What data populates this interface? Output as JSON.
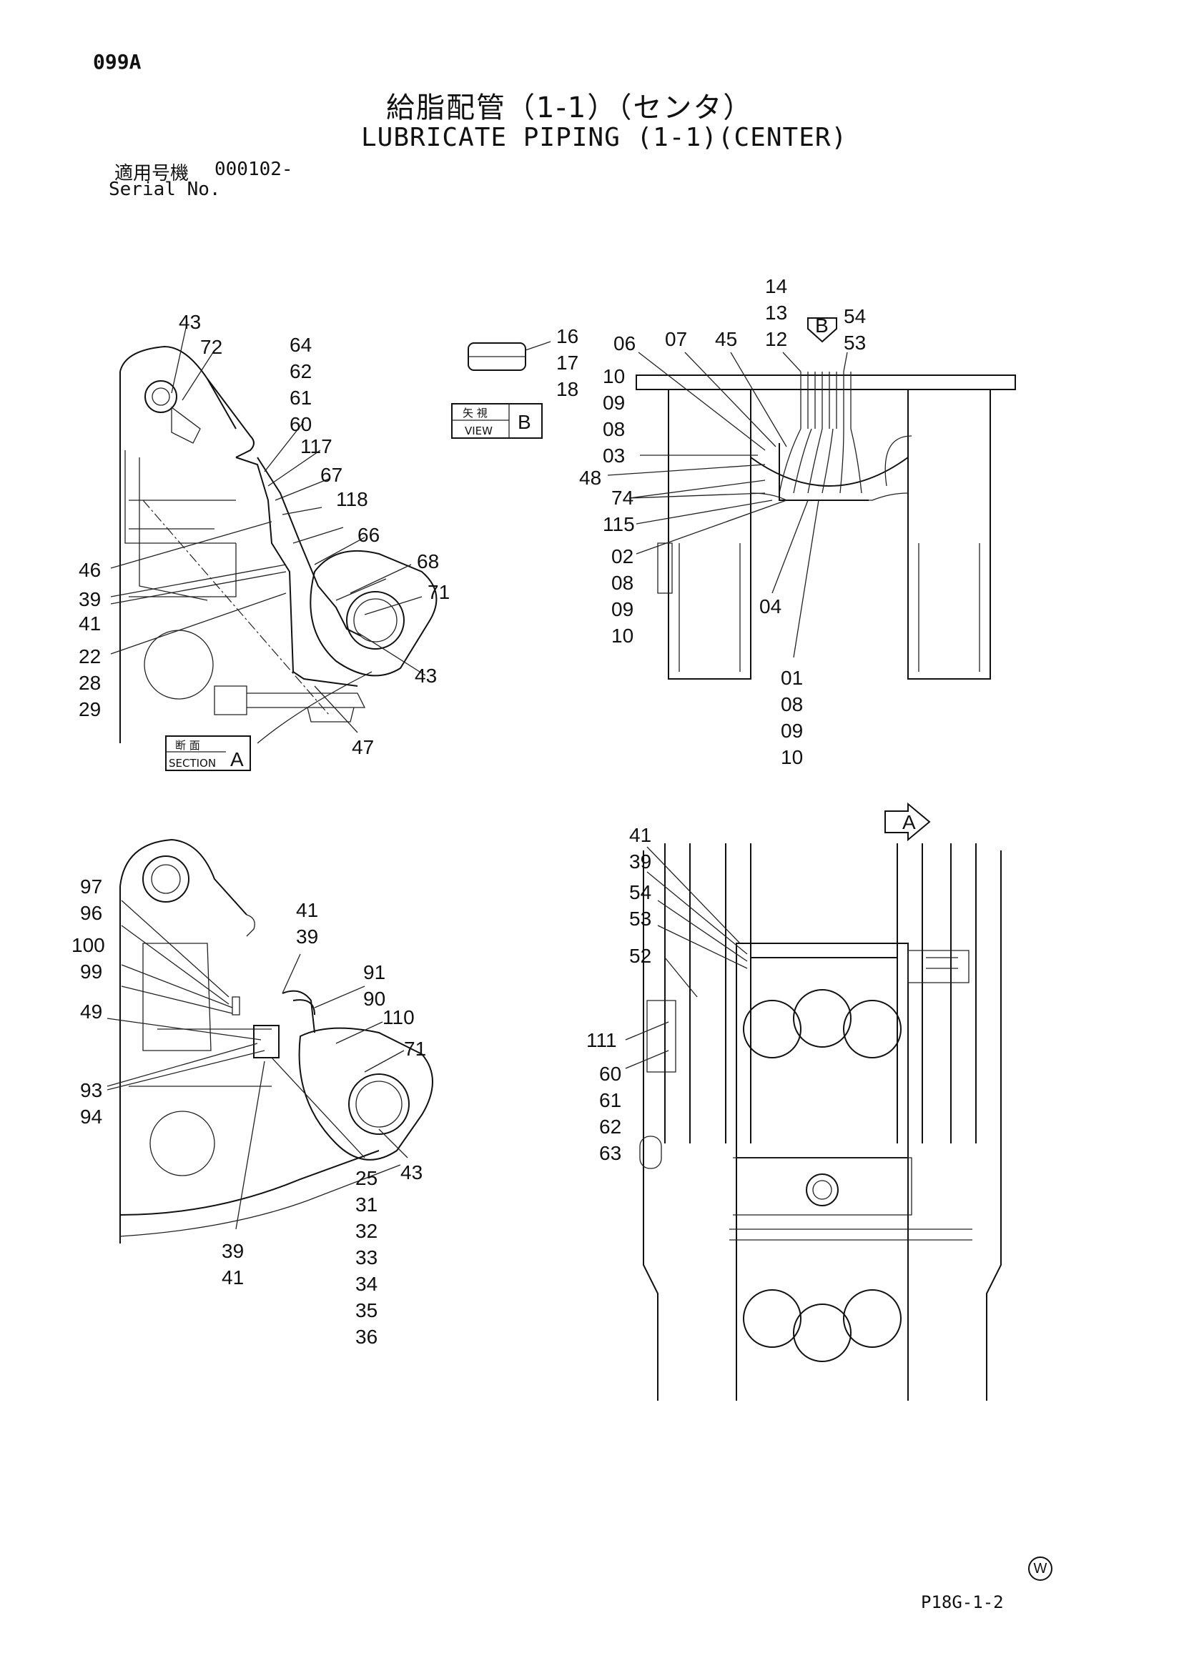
{
  "header": {
    "code": "099A",
    "title_jp": "給脂配管（1-1）（センタ）",
    "title_en": "LUBRICATE PIPING (1-1)(CENTER)",
    "serial_label_jp": "適用号機",
    "serial_value": "000102-",
    "serial_label_en": "Serial No."
  },
  "boxes": {
    "section_jp": "断 面",
    "section_en": "SECTION",
    "section_letter": "A",
    "view_jp": "矢 視",
    "view_en": "VIEW",
    "view_letter": "B",
    "arrow_b": "B",
    "arrow_a": "A"
  },
  "labels": {
    "a_43": "43",
    "a_72": "72",
    "a_64": "64",
    "a_62": "62",
    "a_61": "61",
    "a_60": "60",
    "a_117": "117",
    "a_67": "67",
    "a_118": "118",
    "a_66": "66",
    "a_68": "68",
    "a_71": "71",
    "a_46": "46",
    "a_39": "39",
    "a_41": "41",
    "a_22": "22",
    "a_28": "28",
    "a_29": "29",
    "a_43b": "43",
    "a_47": "47",
    "v_16": "16",
    "v_17": "17",
    "v_18": "18",
    "b_14": "14",
    "b_13": "13",
    "b_12": "12",
    "b_54": "54",
    "b_53": "53",
    "b_06": "06",
    "b_07": "07",
    "b_45": "45",
    "b_10": "10",
    "b_09": "09",
    "b_08": "08",
    "b_03": "03",
    "b_48": "48",
    "b_74": "74",
    "b_115": "115",
    "b_02": "02",
    "b_08b": "08",
    "b_09b": "09",
    "b_10b": "10",
    "b_04": "04",
    "b_01": "01",
    "b_08c": "08",
    "b_09c": "09",
    "b_10c": "10",
    "c_97": "97",
    "c_96": "96",
    "c_100": "100",
    "c_99": "99",
    "c_49": "49",
    "c_93": "93",
    "c_94": "94",
    "c_41": "41",
    "c_39": "39",
    "c_91": "91",
    "c_90": "90",
    "c_110": "110",
    "c_71": "71",
    "c_43": "43",
    "c_39b": "39",
    "c_41b": "41",
    "c_25": "25",
    "c_31": "31",
    "c_32": "32",
    "c_33": "33",
    "c_34": "34",
    "c_35": "35",
    "c_36": "36",
    "d_41": "41",
    "d_39": "39",
    "d_54": "54",
    "d_53": "53",
    "d_52": "52",
    "d_111": "111",
    "d_60": "60",
    "d_61": "61",
    "d_62": "62",
    "d_63": "63"
  },
  "footer": {
    "w_mark": "W",
    "page_code": "P18G-1-2"
  }
}
